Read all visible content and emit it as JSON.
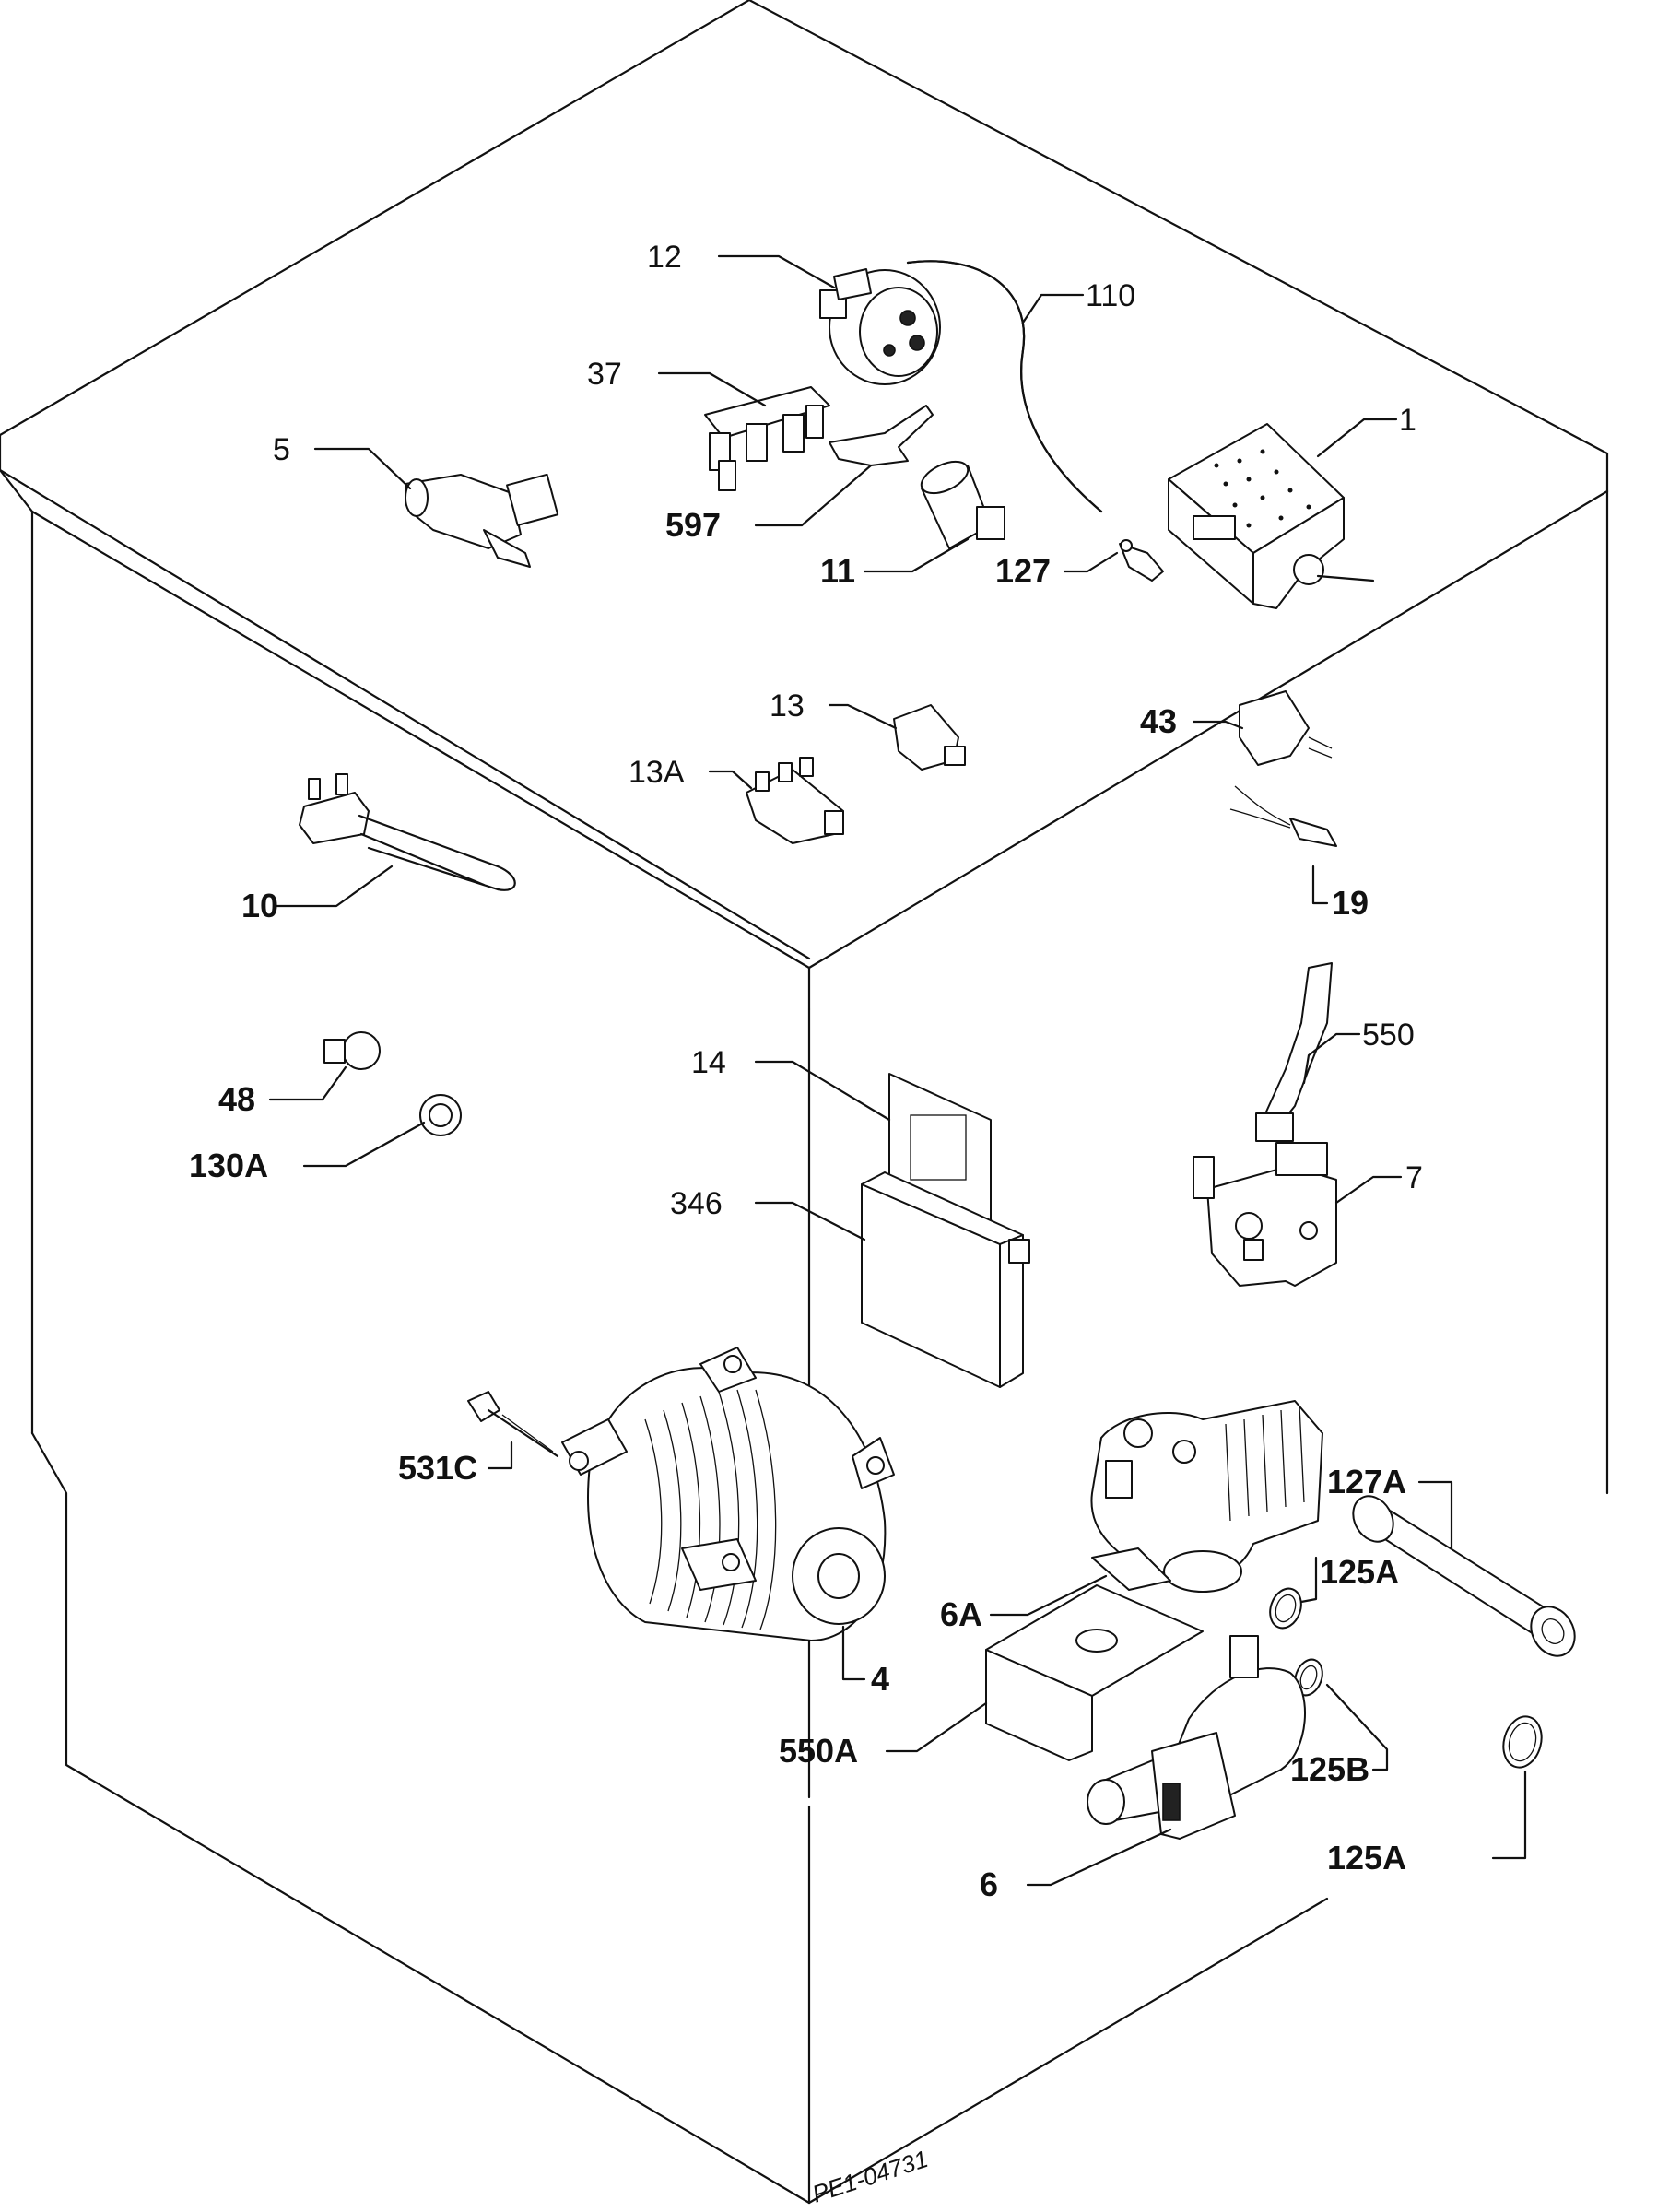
{
  "labels": {
    "p12": "12",
    "p110": "110",
    "p37": "37",
    "p1": "1",
    "p5": "5",
    "p597": "597",
    "p11": "11",
    "p127": "127",
    "p13": "13",
    "p13a": "13A",
    "p43": "43",
    "p19": "19",
    "p10": "10",
    "p550": "550",
    "p14": "14",
    "p48": "48",
    "p130a": "130A",
    "p346": "346",
    "p7": "7",
    "p531c": "531C",
    "p127a": "127A",
    "p125a_upper": "125A",
    "p6a": "6A",
    "p4": "4",
    "p550a": "550A",
    "p125b": "125B",
    "p6": "6",
    "p125a_lower": "125A"
  },
  "drawing_code": "PE1-04731",
  "colors": {
    "ink": "#111111",
    "paper": "#ffffff"
  }
}
